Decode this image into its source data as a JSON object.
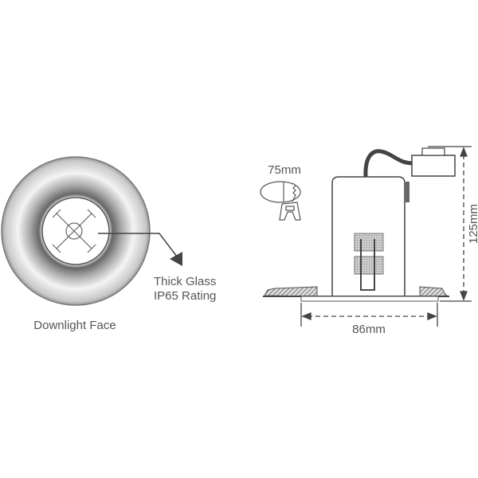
{
  "face": {
    "caption": "Downlight Face",
    "callout_line1": "Thick Glass",
    "callout_line2": "IP65 Rating"
  },
  "side": {
    "cutout_label": "75mm",
    "width_label": "86mm",
    "height_label": "125mm"
  },
  "colors": {
    "line": "#444444",
    "text": "#555555"
  }
}
